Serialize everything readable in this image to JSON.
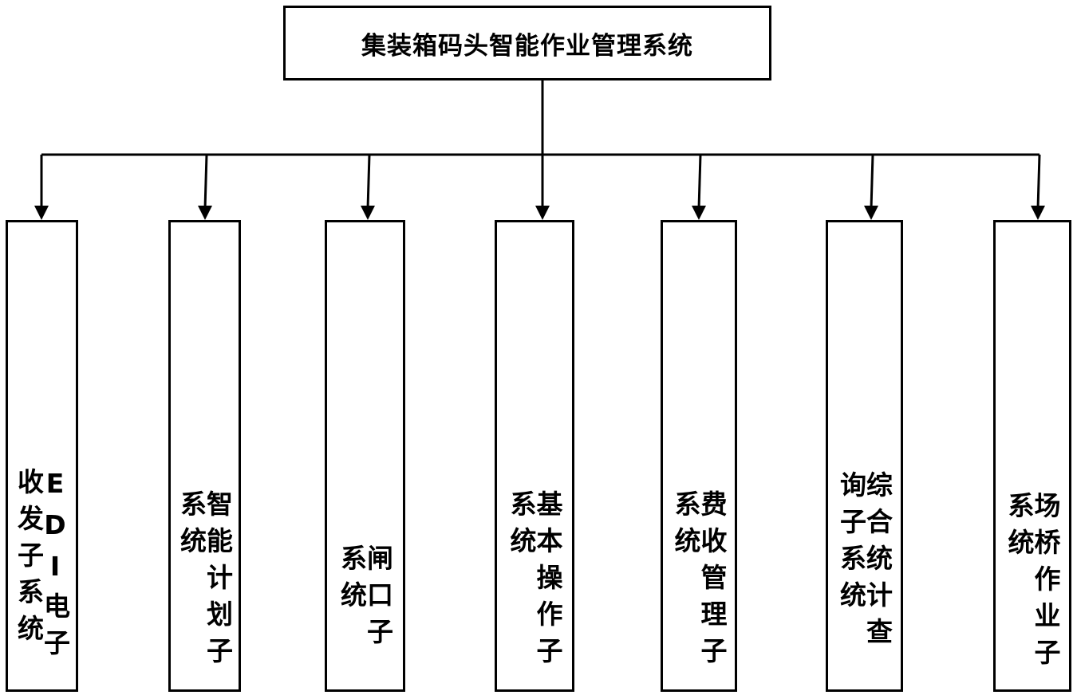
{
  "diagram": {
    "root": {
      "label": "集装箱码头智能作业管理系统"
    },
    "children": [
      {
        "id": "edi",
        "label": "EDI电子收发子系统"
      },
      {
        "id": "plan",
        "label": "智能计划子系统"
      },
      {
        "id": "gate",
        "label": "闸口子系统"
      },
      {
        "id": "basic",
        "label": "基本操作子系统"
      },
      {
        "id": "fee",
        "label": "费收管理子系统"
      },
      {
        "id": "stats",
        "label": "综合统计查询子系统"
      },
      {
        "id": "yard",
        "label": "场桥作业子系统"
      }
    ]
  }
}
